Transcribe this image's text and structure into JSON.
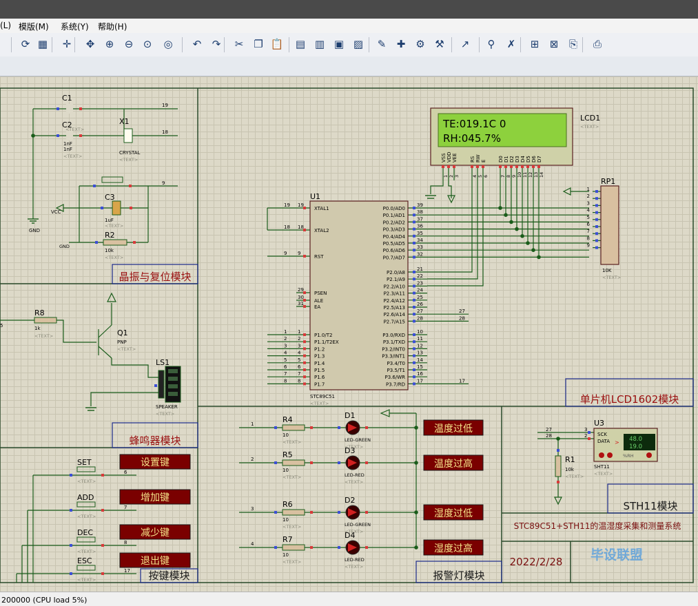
{
  "menu": {
    "item_l": "(L)",
    "template": "模版(M)",
    "system": "系统(Y)",
    "help": "帮助(H)"
  },
  "toolbar_icons": [
    "refresh-icon",
    "grid-icon",
    "origin-icon",
    "pan-icon",
    "zoom-in-icon",
    "zoom-out-icon",
    "zoom-all-icon",
    "zoom-area-icon",
    "undo-icon",
    "redo-icon",
    "cut-icon",
    "copy-icon",
    "paste-icon",
    "block-copy-icon",
    "block-move-icon",
    "block-rotate-icon",
    "block-delete-icon",
    "pick-device-icon",
    "make-device-icon",
    "packaging-icon",
    "decompose-icon",
    "wire-autoroute-icon",
    "search-icon",
    "property-tool-icon",
    "new-sheet-icon",
    "remove-sheet-icon",
    "netlist-icon",
    "bill-icon"
  ],
  "schematic": {
    "osc": {
      "c1": "C1",
      "c2": "C2",
      "c2_val": "1nF",
      "c1_val": "1nF",
      "x1": "X1",
      "x1_type": "CRYSTAL",
      "c3": "C3",
      "c3_val": "1uF",
      "r2": "R2",
      "r2_val": "10k",
      "gnd": "GND",
      "vcc": "VCC",
      "net19": "19",
      "net18": "18",
      "net9": "9",
      "label": "晶振与复位模块"
    },
    "buzzer": {
      "r8": "R8",
      "r8_val": "1k",
      "q1": "Q1",
      "q1_type": "PNP",
      "ls1": "LS1",
      "ls1_type": "SPEAKER",
      "net5": "5",
      "label": "蜂鸣器模块"
    },
    "keys": {
      "set": "SET",
      "add": "ADD",
      "dec": "DEC",
      "esc": "ESC",
      "set_cn": "设置键",
      "add_cn": "增加键",
      "dec_cn": "减少键",
      "esc_cn": "退出键",
      "n6": "6",
      "n7": "7",
      "n8": "8",
      "n17": "17",
      "label": "按键模块"
    },
    "mcu": {
      "ref": "U1",
      "type": "STC89C51",
      "left_top": [
        {
          "net": "19",
          "pin": "19",
          "name": "XTAL1"
        },
        {
          "net": "18",
          "pin": "18",
          "name": "XTAL2"
        },
        {
          "net": "9",
          "pin": "9",
          "name": "RST"
        }
      ],
      "left_mid": [
        {
          "pin": "29",
          "name": "PSEN"
        },
        {
          "pin": "30",
          "name": "ALE"
        },
        {
          "pin": "31",
          "name": "EA"
        }
      ],
      "left_bot": [
        {
          "net": "1",
          "pin": "1",
          "name": "P1.0/T2"
        },
        {
          "net": "2",
          "pin": "2",
          "name": "P1.1/T2EX"
        },
        {
          "net": "3",
          "pin": "3",
          "name": "P1.2"
        },
        {
          "net": "4",
          "pin": "4",
          "name": "P1.3"
        },
        {
          "net": "5",
          "pin": "5",
          "name": "P1.4"
        },
        {
          "net": "6",
          "pin": "6",
          "name": "P1.5"
        },
        {
          "net": "7",
          "pin": "7",
          "name": "P1.6"
        },
        {
          "net": "8",
          "pin": "8",
          "name": "P1.7"
        }
      ],
      "right_p0": [
        {
          "pin": "39",
          "name": "P0.0/AD0"
        },
        {
          "pin": "38",
          "name": "P0.1/AD1"
        },
        {
          "pin": "37",
          "name": "P0.2/AD2"
        },
        {
          "pin": "36",
          "name": "P0.3/AD3"
        },
        {
          "pin": "35",
          "name": "P0.4/AD4"
        },
        {
          "pin": "34",
          "name": "P0.5/AD5"
        },
        {
          "pin": "33",
          "name": "P0.6/AD6"
        },
        {
          "pin": "32",
          "name": "P0.7/AD7"
        }
      ],
      "right_p2": [
        {
          "pin": "21",
          "name": "P2.0/A8"
        },
        {
          "pin": "22",
          "name": "P2.1/A9"
        },
        {
          "pin": "23",
          "name": "P2.2/A10"
        },
        {
          "pin": "24",
          "name": "P2.3/A11"
        },
        {
          "pin": "25",
          "name": "P2.4/A12"
        },
        {
          "pin": "26",
          "name": "P2.5/A13"
        },
        {
          "pin": "27",
          "name": "P2.6/A14",
          "net": "27"
        },
        {
          "pin": "28",
          "name": "P2.7/A15",
          "net": "28"
        }
      ],
      "right_p3": [
        {
          "pin": "10",
          "name": "P3.0/RXD"
        },
        {
          "pin": "11",
          "name": "P3.1/TXD"
        },
        {
          "pin": "12",
          "name": "P3.2/INT0"
        },
        {
          "pin": "13",
          "name": "P3.3/INT1"
        },
        {
          "pin": "14",
          "name": "P3.4/T0"
        },
        {
          "pin": "15",
          "name": "P3.5/T1"
        },
        {
          "pin": "16",
          "name": "P3.6/WR"
        },
        {
          "pin": "17",
          "name": "P3.7/RD",
          "net": "17"
        }
      ]
    },
    "lcd": {
      "ref": "LCD1",
      "line1": "TE:019.1C     0",
      "line2": "RH:045.7%",
      "pins": [
        "VSS",
        "VDD",
        "VEE",
        "RS",
        "RW",
        "E",
        "D0",
        "D1",
        "D2",
        "D3",
        "D4",
        "D5",
        "D6",
        "D7"
      ],
      "pin_nums": [
        "1",
        "2",
        "3",
        "4",
        "5",
        "6",
        "7",
        "8",
        "9",
        "10",
        "11",
        "12",
        "13",
        "14"
      ],
      "label": "单片机LCD1602模块"
    },
    "rp1": {
      "ref": "RP1",
      "value": "10K",
      "pins": [
        "1",
        "2",
        "3",
        "4",
        "5",
        "6",
        "7",
        "8",
        "9"
      ]
    },
    "leds": [
      {
        "r": "R4",
        "rv": "10",
        "net": "1",
        "d": "D1",
        "dt": "LED-GREEN",
        "cn": "温度过低"
      },
      {
        "r": "R5",
        "rv": "10",
        "net": "2",
        "d": "D3",
        "dt": "LED-RED",
        "cn": "温度过高"
      },
      {
        "r": "R6",
        "rv": "10",
        "net": "3",
        "d": "D2",
        "dt": "LED-GREEN",
        "cn": "湿度过低"
      },
      {
        "r": "R7",
        "rv": "10",
        "net": "4",
        "d": "D4",
        "dt": "LED-RED",
        "cn": "湿度过高"
      }
    ],
    "led_label": "报警灯模块",
    "sht": {
      "ref": "U3",
      "type": "SHT11",
      "sck": "SCK",
      "data": "DATA",
      "p3": "3",
      "p2": "2",
      "n27": "27",
      "n28": "28",
      "temp": "48.0",
      "hum": "19.0",
      "unit": "%RH",
      "r1": "R1",
      "r1_val": "10k",
      "label": "STH11模块"
    },
    "title_block": {
      "title": "STC89C51+STH11的温湿度采集和测量系统",
      "date": "2022/2/28",
      "watermark": "毕设联盟"
    },
    "text_placeholder": "<TEXT>"
  },
  "status": {
    "text": "200000 (CPU load 5%)"
  }
}
